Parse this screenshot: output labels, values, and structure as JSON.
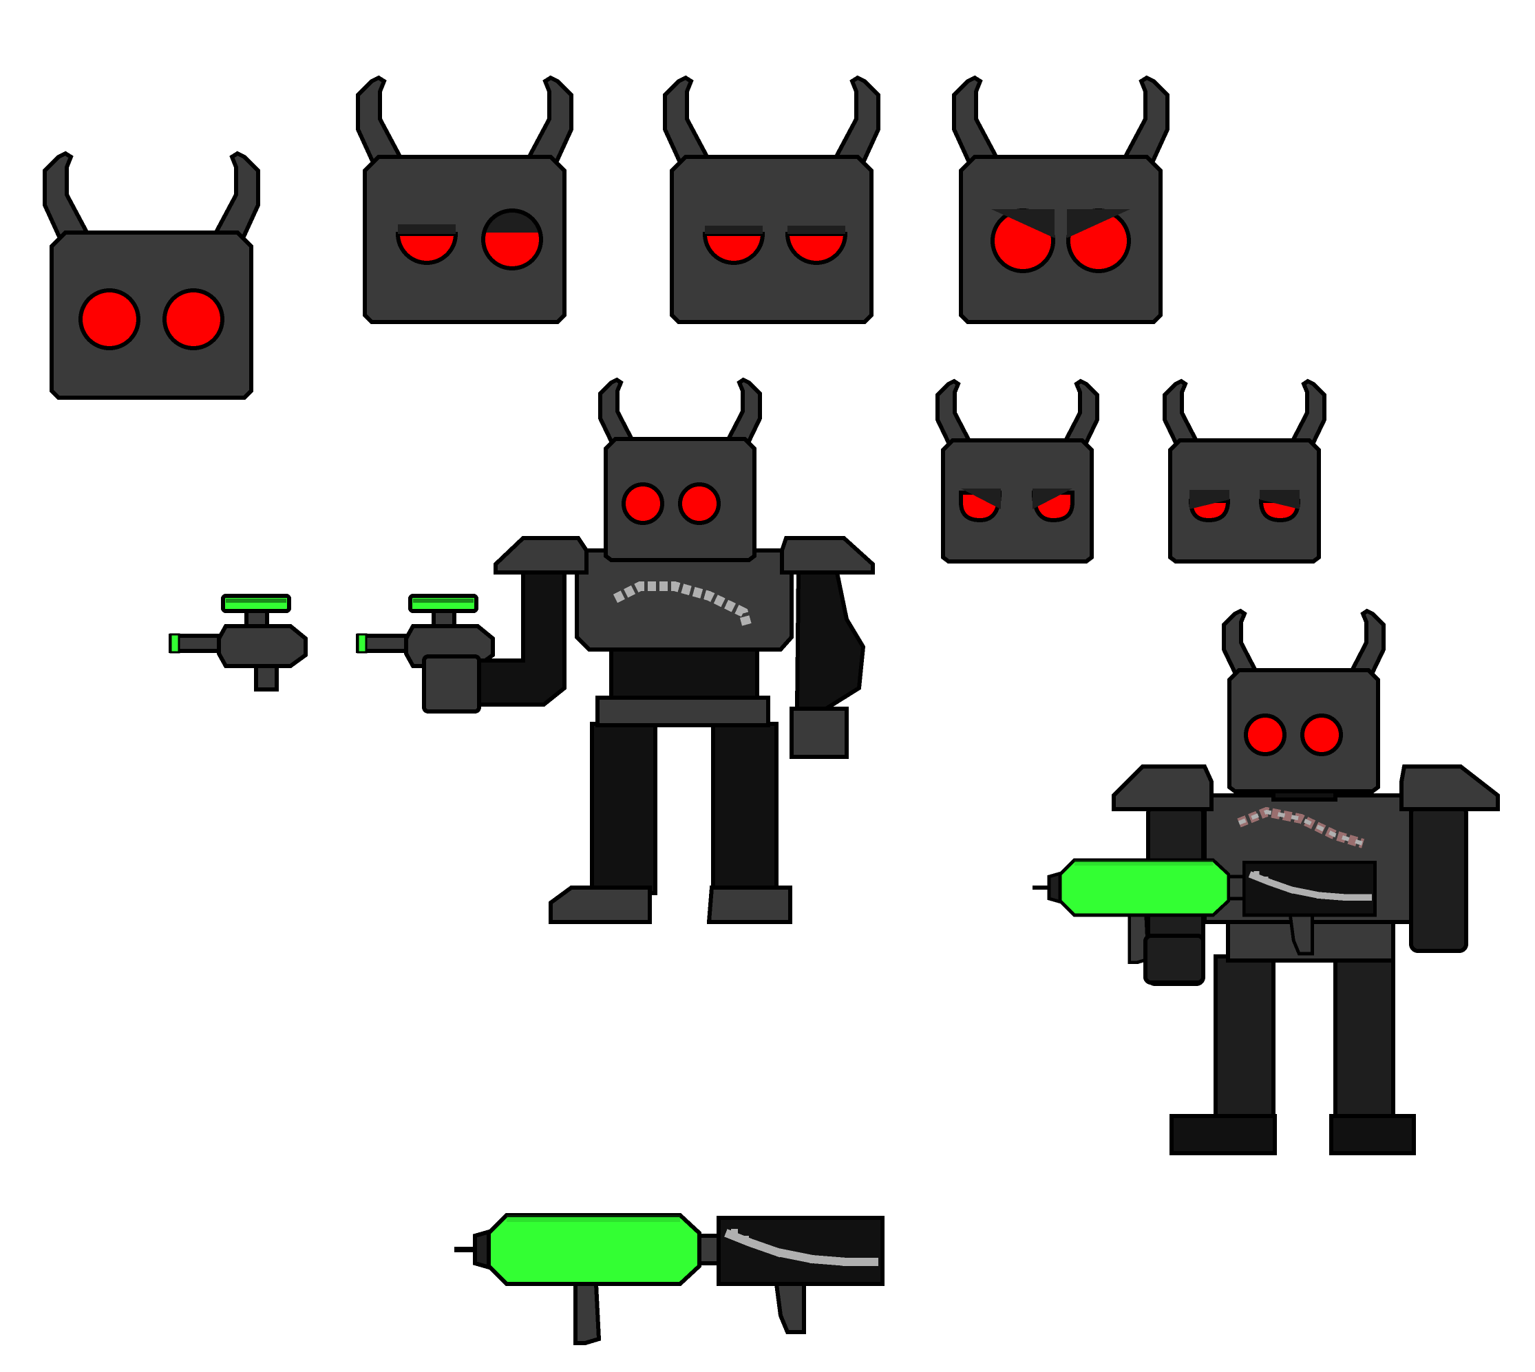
{
  "sheet": {
    "background": "#ffffff",
    "sprite_count": 11
  },
  "palette": {
    "outline": "#000000",
    "armor": "#3a3a3a",
    "armor_shadow": "#1e1e1e",
    "body_black": "#111111",
    "eye_red": "#ff0000",
    "eye_lid": "#1e1e1e",
    "energy_green": "#33ff33",
    "energy_green_dark": "#1a8c1a",
    "scar": "#b0b0b0",
    "scar_rust": "#9a6f6f"
  },
  "sprites": [
    {
      "id": "head-neutral",
      "kind": "head",
      "expression": "neutral"
    },
    {
      "id": "head-blink-one",
      "kind": "head",
      "expression": "one-eye-half-closed"
    },
    {
      "id": "head-half-lid",
      "kind": "head",
      "expression": "half-lidded"
    },
    {
      "id": "head-angry",
      "kind": "head",
      "expression": "angry"
    },
    {
      "id": "head-small-angry",
      "kind": "head",
      "expression": "angry-squint"
    },
    {
      "id": "head-small-sad",
      "kind": "head",
      "expression": "sad-squint"
    },
    {
      "id": "robot-pistol",
      "kind": "full-body",
      "pose": "aiming-pistol"
    },
    {
      "id": "pistol-small",
      "kind": "weapon",
      "weapon": "plasma-pistol"
    },
    {
      "id": "pistol-held",
      "kind": "weapon",
      "weapon": "plasma-pistol"
    },
    {
      "id": "robot-cannon",
      "kind": "full-body",
      "pose": "holding-cannon"
    },
    {
      "id": "cannon",
      "kind": "weapon",
      "weapon": "plasma-cannon"
    }
  ]
}
